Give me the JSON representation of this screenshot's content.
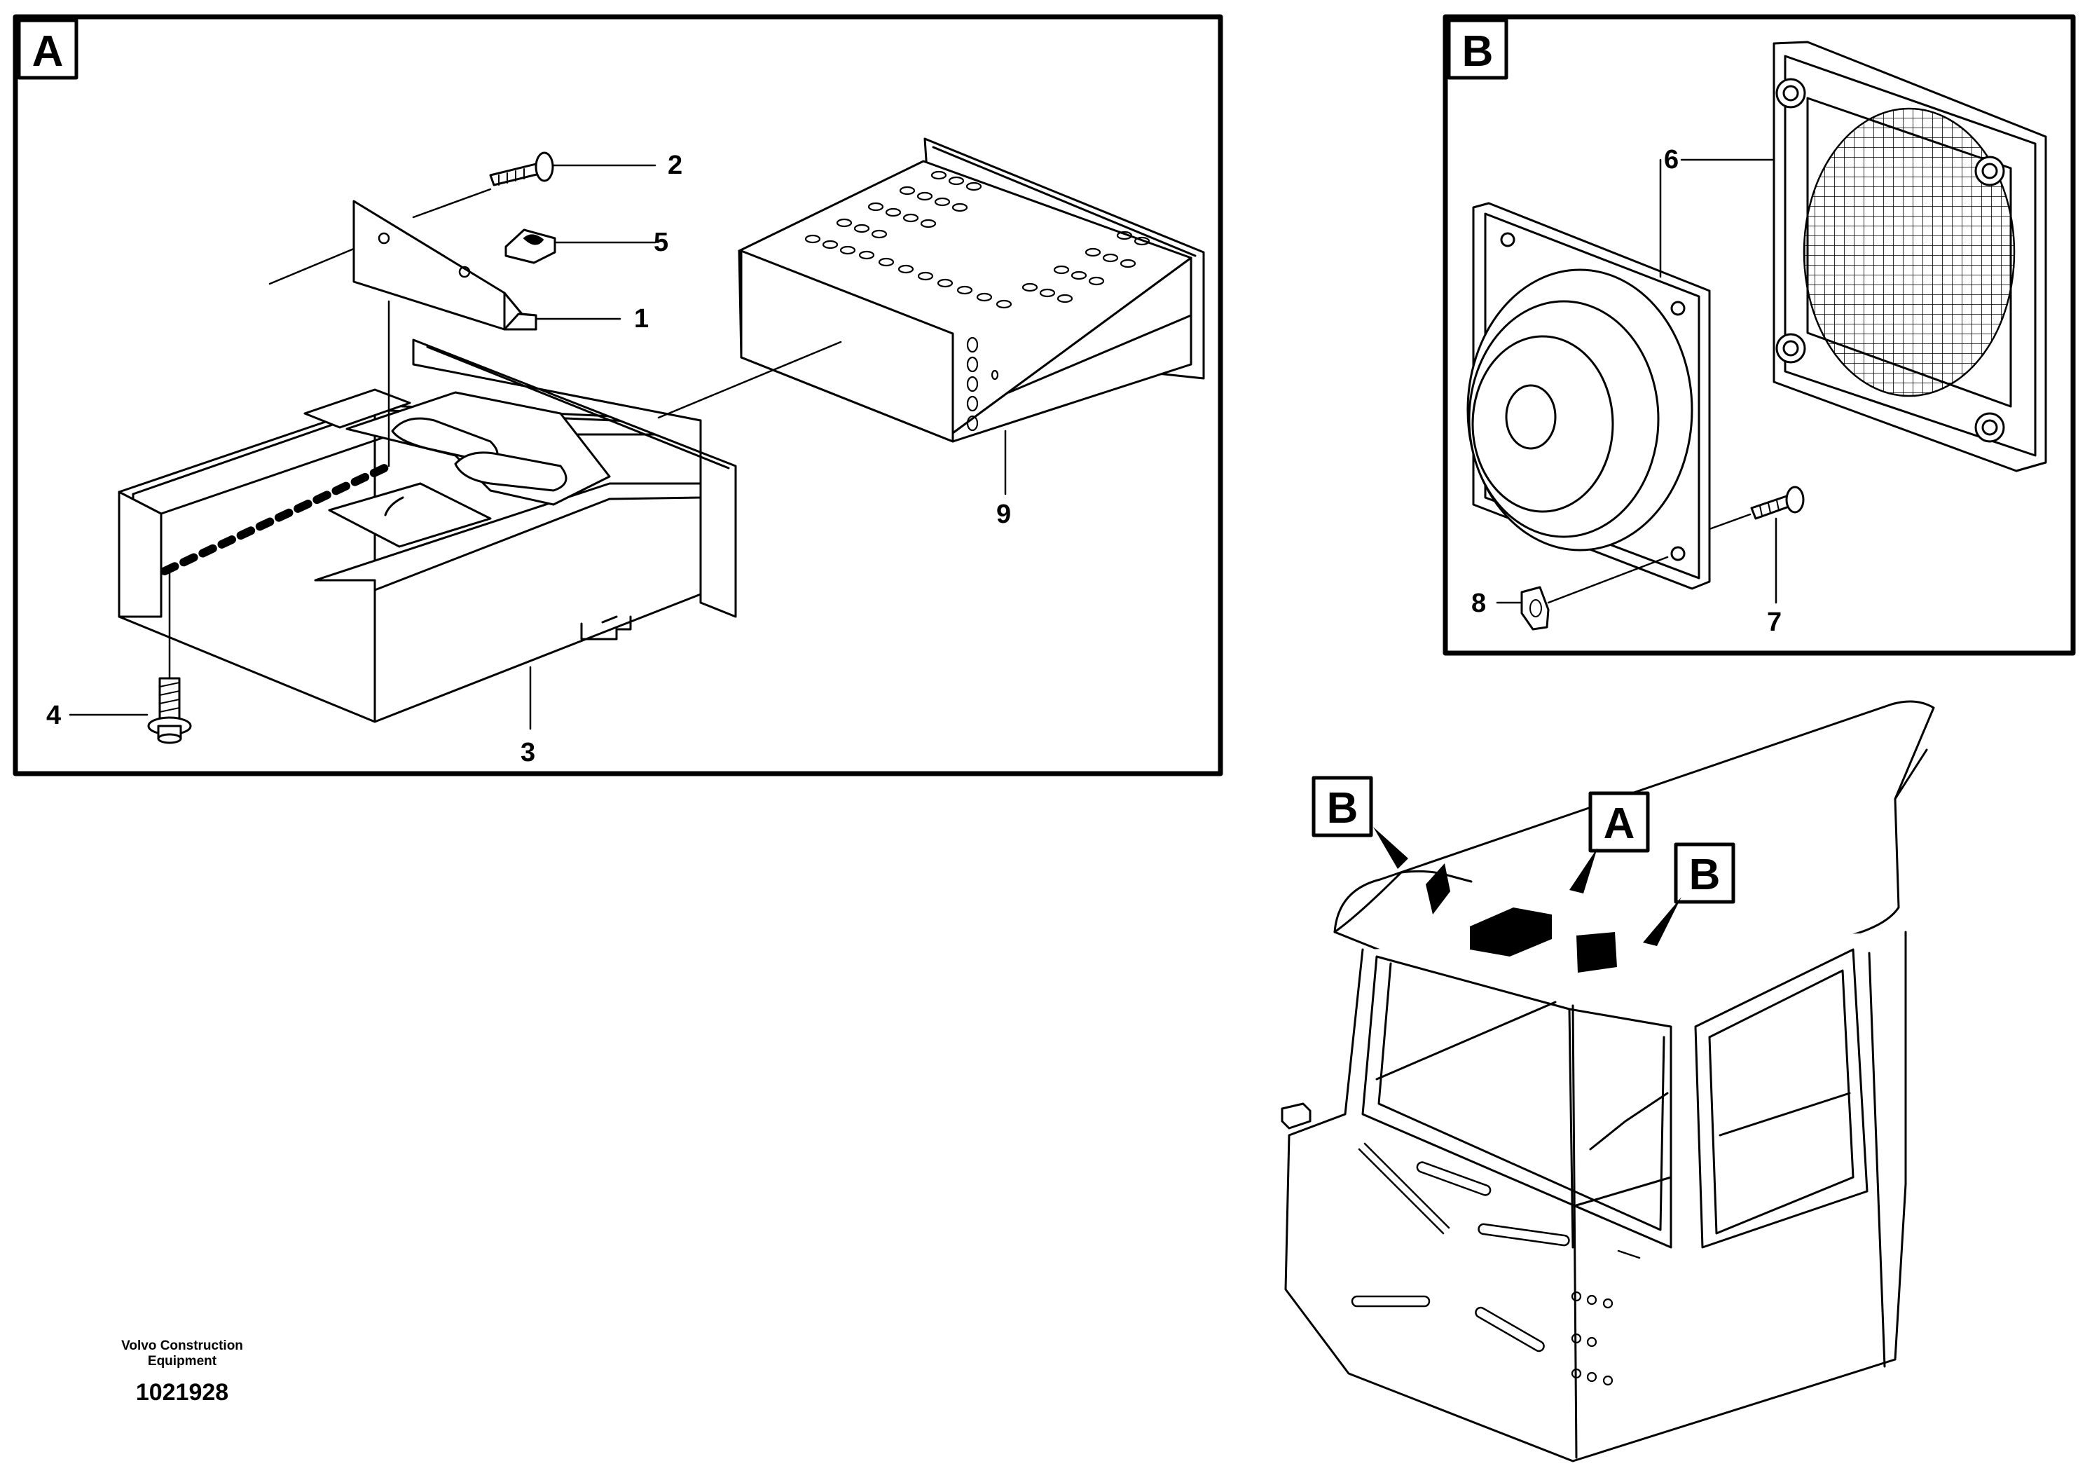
{
  "panels": {
    "a": {
      "letter": "A"
    },
    "b": {
      "letter": "B"
    }
  },
  "callouts": {
    "c1": "1",
    "c2": "2",
    "c3": "3",
    "c4": "4",
    "c5": "5",
    "c6_left": "6",
    "c6_right": "6",
    "c7": "7",
    "c8": "8",
    "c9": "9"
  },
  "cab_markers": {
    "b_left": "B",
    "a_center": "A",
    "b_right": "B"
  },
  "footer": {
    "company_line1": "Volvo Construction",
    "company_line2": "Equipment",
    "document_number": "1021928"
  }
}
